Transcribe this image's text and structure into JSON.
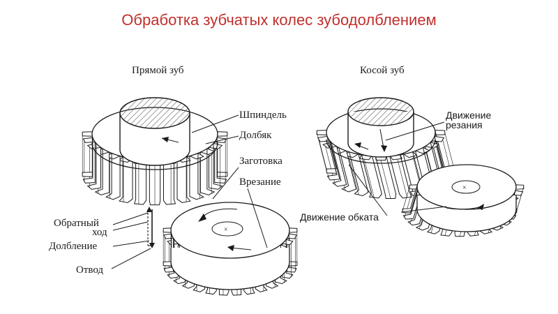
{
  "title": "Обработка зубчатых колес зубодолблением",
  "colors": {
    "title": "#c0302c",
    "ink": "#1a1a1a",
    "hatch": "#555555"
  },
  "left_panel": {
    "heading": "Прямой зуб",
    "labels": {
      "spindle": "Шпиндель",
      "cutter": "Долбяк",
      "blank": "Заготовка",
      "infeed": "Врезание",
      "return_stroke_line1": "Обратный",
      "return_stroke_line2": "ход",
      "shaping": "Долбление",
      "retract": "Отвод"
    }
  },
  "right_panel": {
    "heading": "Косой зуб",
    "labels": {
      "cutting_motion_line1": "Движение",
      "cutting_motion_line2": "резания",
      "rolling_motion": "Движение обката"
    }
  }
}
